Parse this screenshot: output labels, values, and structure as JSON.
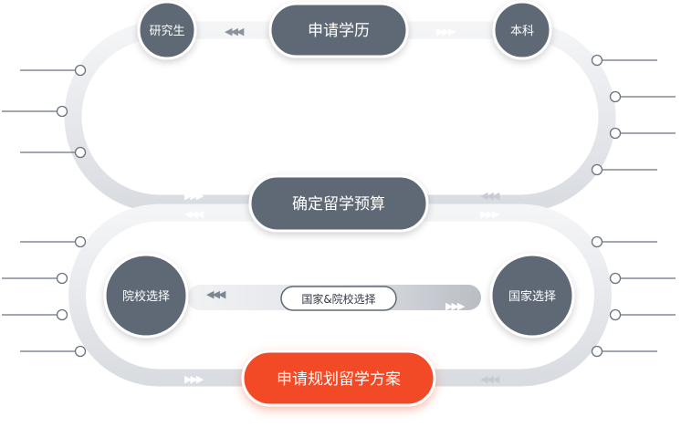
{
  "nodes": {
    "apply_degree": "申请学历",
    "postgraduate": "研究生",
    "undergraduate": "本科",
    "budget": "确定留学预算",
    "school_choice": "院校选择",
    "country_choice": "国家选择",
    "country_school": "国家&院校选择",
    "plan": "申请规划留学方案"
  },
  "colors": {
    "node": "#5f6976",
    "accent": "#f24a26",
    "track": "#e3e5e9",
    "arrow": "#bfc4cb",
    "leader": "#6b7380"
  },
  "arrow_glyph": "▶▶▶",
  "arrow_glyph_left": "◀◀◀"
}
